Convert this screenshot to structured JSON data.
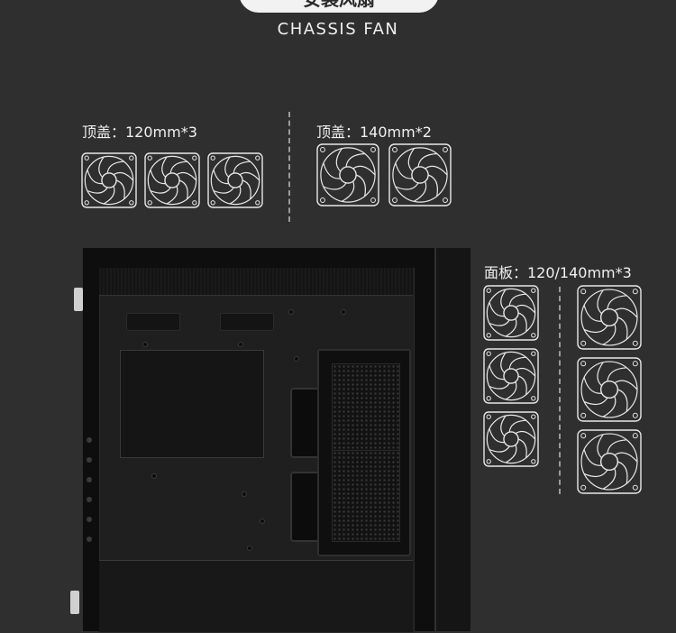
{
  "header": {
    "title": "安装风扇",
    "subtitle": "CHASSIS FAN"
  },
  "sections": {
    "top_120": "顶盖：120mm*3",
    "top_140": "顶盖：140mm*2",
    "front": "面板：120/140mm*3"
  },
  "icons": {
    "fan": "fan-icon"
  },
  "colors": {
    "background": "#2f2f2f",
    "text": "#f0f0f0",
    "fan_stroke": "#e8e8e8",
    "pill": "#f2f2f2"
  }
}
